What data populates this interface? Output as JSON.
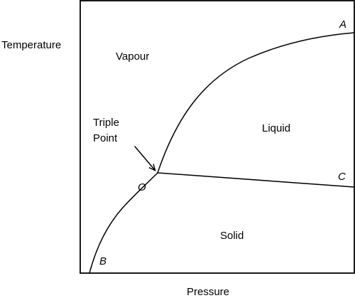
{
  "axes": {
    "x_label": "Pressure",
    "y_label": "Temperature"
  },
  "regions": {
    "vapour": "Vapour",
    "liquid": "Liquid",
    "solid": "Solid"
  },
  "points": {
    "a": "A",
    "b": "B",
    "c": "C",
    "o": "O"
  },
  "annotations": {
    "triple_point_line1": "Triple",
    "triple_point_line2": "Point"
  },
  "colors": {
    "line": "#000000",
    "background": "#ffffff"
  }
}
